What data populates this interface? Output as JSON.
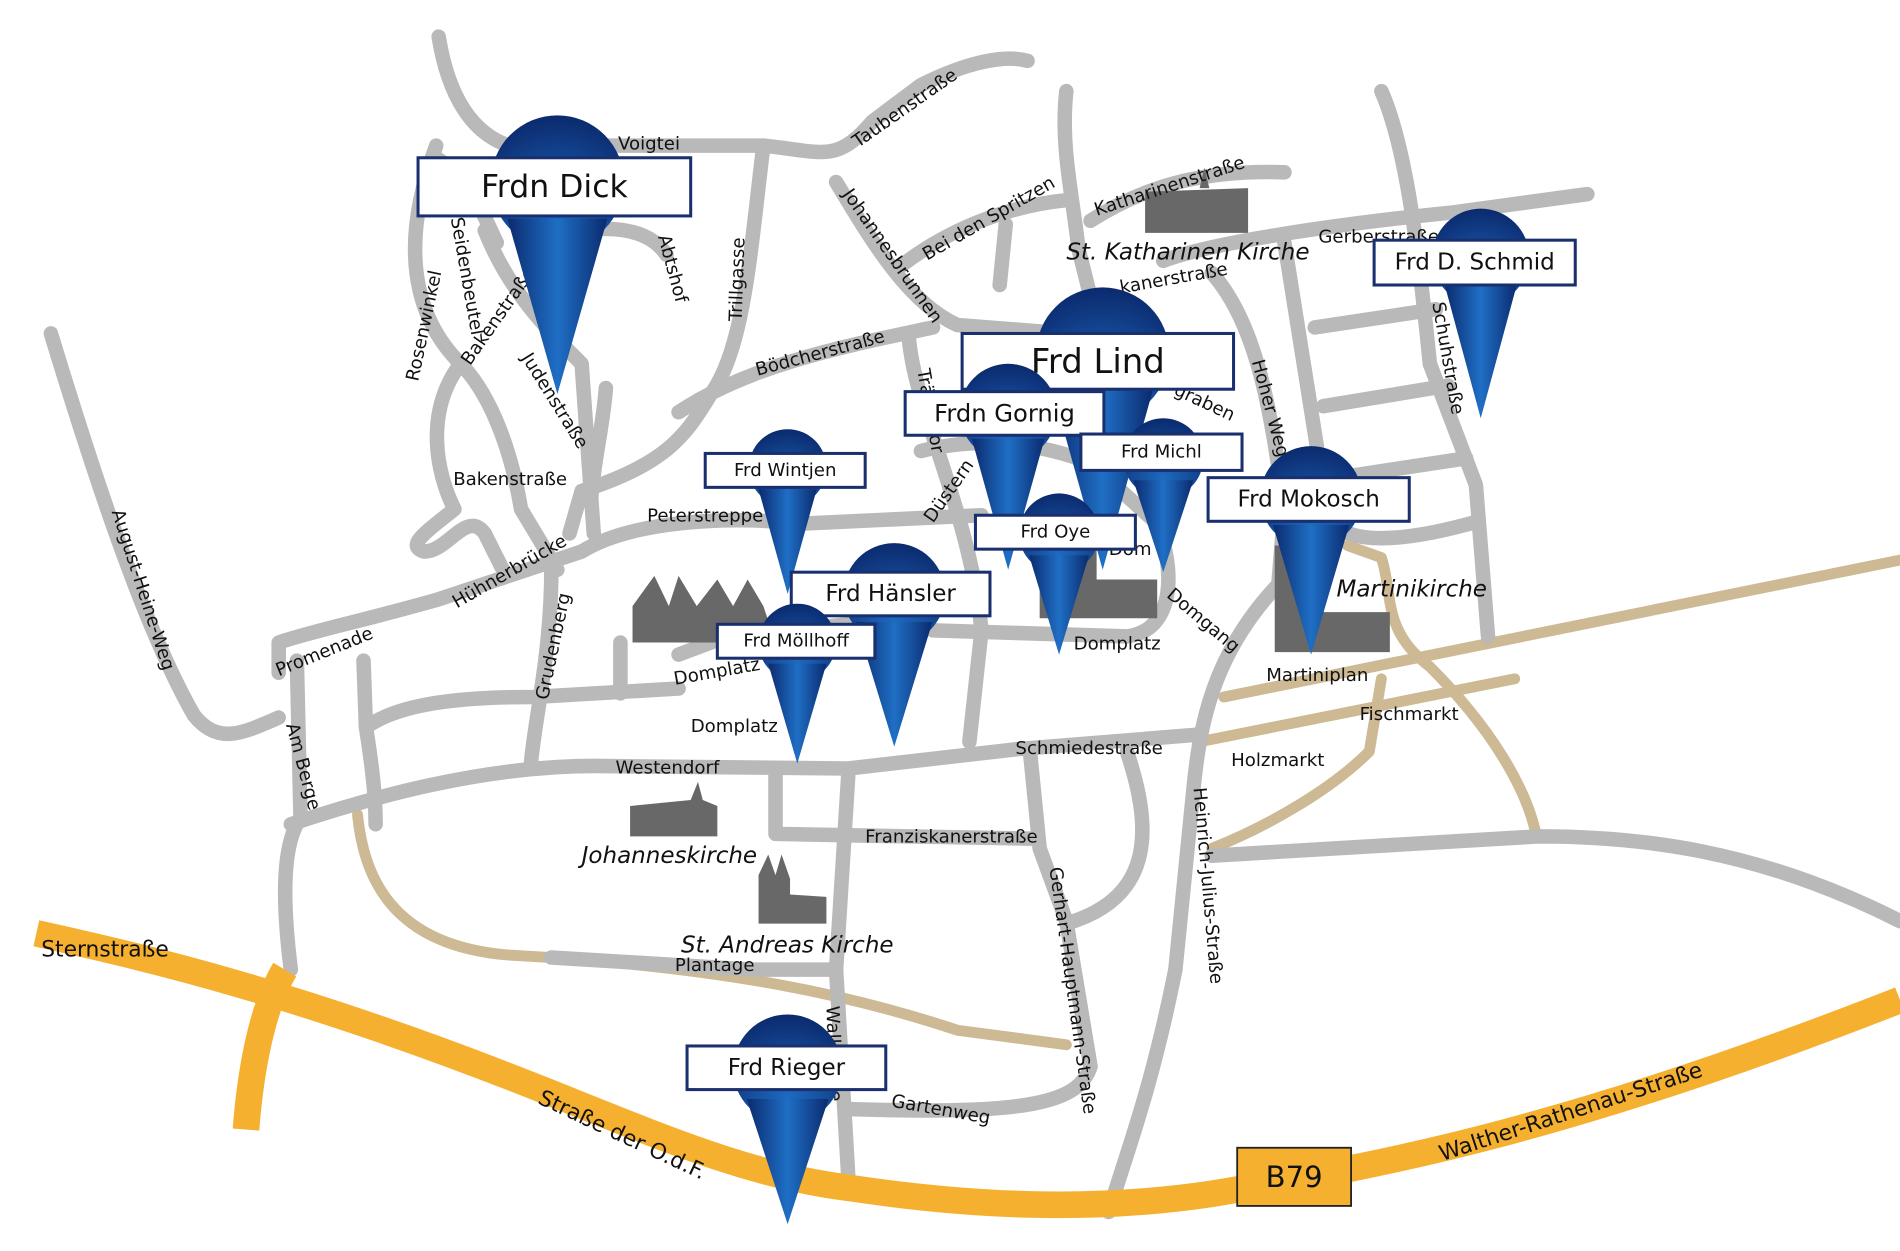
{
  "colors": {
    "road": "#b9b9b9",
    "secondary": "#cdb994",
    "highway": "#f5b030",
    "marker": "#0d3a8a",
    "building": "#686868"
  },
  "streets": {
    "voigtei": "Voigtei",
    "taubenstrasse": "Taubenstraße",
    "johannesbrunnen": "Johannesbrunnen",
    "bei_den_spritzen": "Bei den Spritzen",
    "katharinenstrasse": "Katharinenstraße",
    "gerberstrasse": "Gerberstraße",
    "franziskanerstrasse_n": "kanerstraße",
    "trillgasse": "Trillgasse",
    "abtshof": "Abtshof",
    "seidenbeutel": "Seidenbeutel",
    "rosenwinkel": "Rosenwinkel",
    "bakenstrasse_n": "Bakenstraße",
    "judenstrasse": "Judenstraße",
    "boedcherstrasse": "Bödcherstraße",
    "traenketor": "Tränketor",
    "graben": "graben",
    "hoher_weg": "Hoher Weg",
    "schuhstrasse": "Schuhstraße",
    "bakenstrasse": "Bakenstraße",
    "peterstreppe": "Peterstreppe",
    "duesternstrasse": "Düstern",
    "huehnerbruecke": "Hühnerbrücke",
    "august_heine_weg": "August-Heine-Weg",
    "promenade": "Promenade",
    "grudenberg": "Grudenberg",
    "domplatz_w": "Domplatz",
    "domplatz_s": "Domplatz",
    "domplatz": "Domplatz",
    "dom": "Dom",
    "domgang": "Domgang",
    "martiniplan": "Martiniplan",
    "fischmarkt": "Fischmarkt",
    "holzmarkt": "Holzmarkt",
    "am_berge": "Am Berge",
    "westendorf": "Westendorf",
    "schmiedestrasse": "Schmiedestraße",
    "franziskanerstrasse": "Franziskanerstraße",
    "heinrich_julius_strasse": "Heinrich-Julius-Straße",
    "gerhart_hauptmann_strasse": "Gerhart-Hauptmann-Straße",
    "plantage": "Plantage",
    "wallstrasse": "Wallstraße",
    "gartenweg": "Gartenweg",
    "sternstrasse": "Sternstraße",
    "strasse_der_odf": "Straße der O.d.F.",
    "walther_rathenau_strasse": "Walther-Rathenau-Straße"
  },
  "highway_badge": "B79",
  "churches": {
    "katharinen": "St. Katharinen Kirche",
    "martini": "Martinikirche",
    "johannes": "Johanneskirche",
    "andreas": "St. Andreas Kirche"
  },
  "markers": [
    {
      "name": "Frdn Dick"
    },
    {
      "name": "Frd D. Schmid"
    },
    {
      "name": "Frd Lind"
    },
    {
      "name": "Frdn Gornig"
    },
    {
      "name": "Frd Michl"
    },
    {
      "name": "Frd Mokosch"
    },
    {
      "name": "Frd Oye"
    },
    {
      "name": "Frd Wintjen"
    },
    {
      "name": "Frd Hänsler"
    },
    {
      "name": "Frd Möllhoff"
    },
    {
      "name": "Frd Rieger"
    }
  ]
}
